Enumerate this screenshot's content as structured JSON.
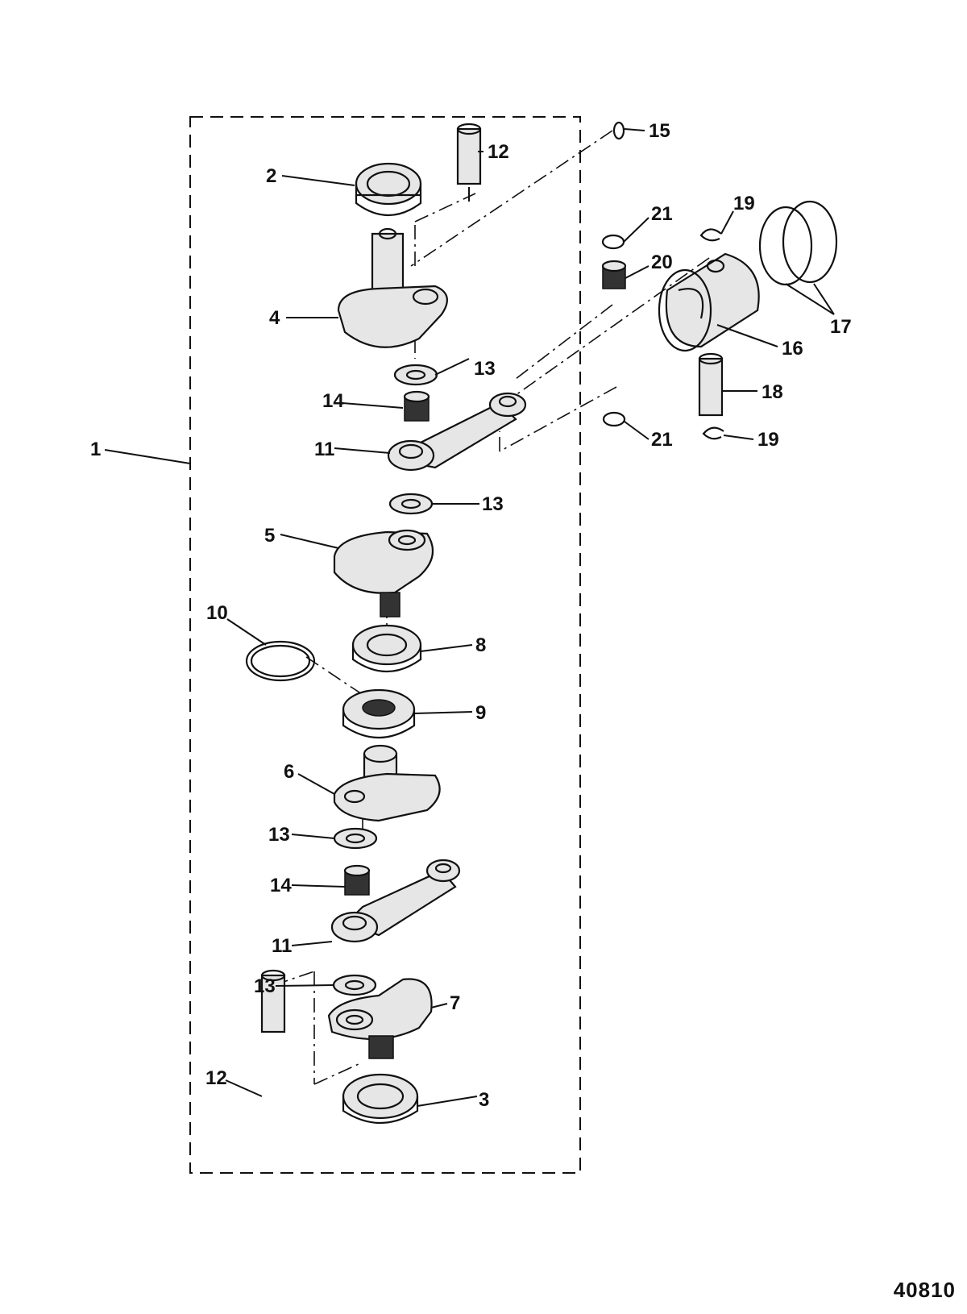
{
  "figure_number": "40810",
  "callouts": [
    {
      "id": "c1",
      "label": "1"
    },
    {
      "id": "c2",
      "label": "2"
    },
    {
      "id": "c3",
      "label": "3"
    },
    {
      "id": "c4",
      "label": "4"
    },
    {
      "id": "c5",
      "label": "5"
    },
    {
      "id": "c6",
      "label": "6"
    },
    {
      "id": "c7",
      "label": "7"
    },
    {
      "id": "c8",
      "label": "8"
    },
    {
      "id": "c9",
      "label": "9"
    },
    {
      "id": "c10",
      "label": "10"
    },
    {
      "id": "c11a",
      "label": "11"
    },
    {
      "id": "c11b",
      "label": "11"
    },
    {
      "id": "c12a",
      "label": "12"
    },
    {
      "id": "c12b",
      "label": "12"
    },
    {
      "id": "c13a",
      "label": "13"
    },
    {
      "id": "c13b",
      "label": "13"
    },
    {
      "id": "c13c",
      "label": "13"
    },
    {
      "id": "c13d",
      "label": "13"
    },
    {
      "id": "c14a",
      "label": "14"
    },
    {
      "id": "c14b",
      "label": "14"
    },
    {
      "id": "c15",
      "label": "15"
    },
    {
      "id": "c16",
      "label": "16"
    },
    {
      "id": "c17",
      "label": "17"
    },
    {
      "id": "c18",
      "label": "18"
    },
    {
      "id": "c19a",
      "label": "19"
    },
    {
      "id": "c19b",
      "label": "19"
    },
    {
      "id": "c20",
      "label": "20"
    },
    {
      "id": "c21a",
      "label": "21"
    },
    {
      "id": "c21b",
      "label": "21"
    }
  ]
}
